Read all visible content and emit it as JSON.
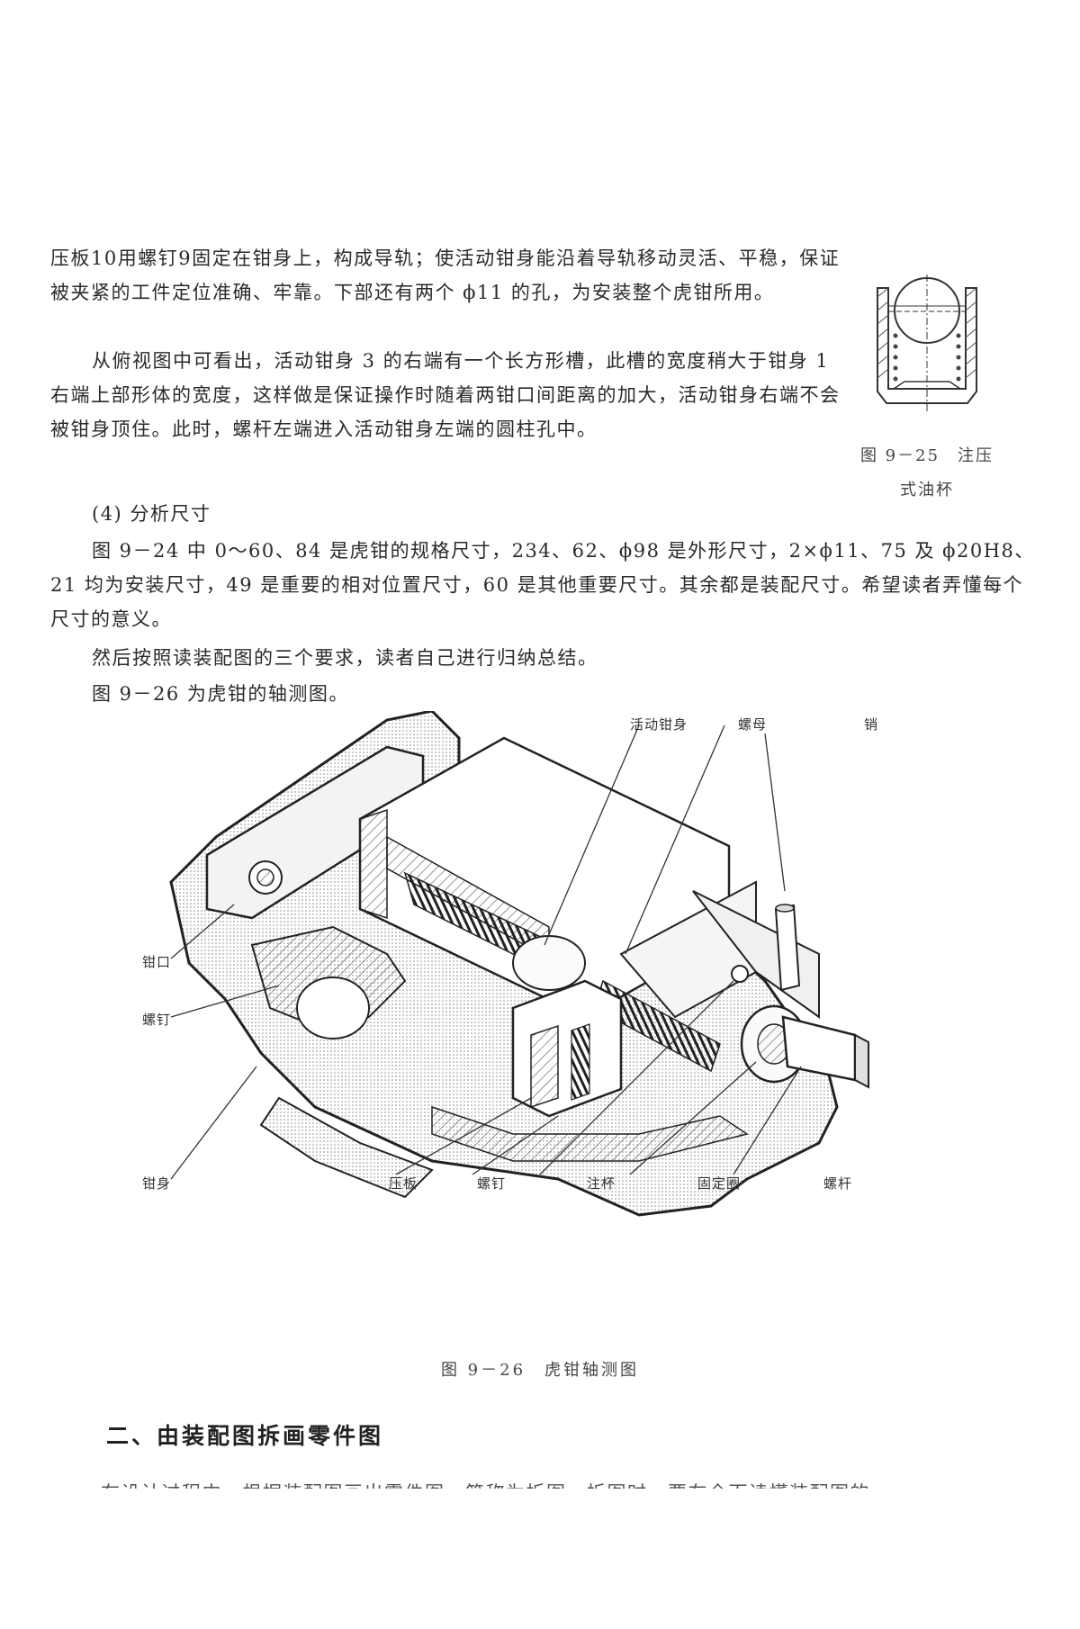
{
  "paragraphs": {
    "p1": "压板10用螺钉9固定在钳身上，构成导轨；使活动钳身能沿着导轨移动灵活、平稳，保证被夹紧的工件定位准确、牢靠。下部还有两个 ϕ11 的孔，为安装整个虎钳所用。",
    "p2": "从俯视图中可看出，活动钳身 3 的右端有一个长方形槽，此槽的宽度稍大于钳身 1 右端上部形体的宽度，这样做是保证操作时随着两钳口间距离的加大，活动钳身右端不会被钳身顶住。此时，螺杆左端进入活动钳身左端的圆柱孔中。",
    "p3": "(4) 分析尺寸",
    "p4": "图 9－24 中 0～60、84 是虎钳的规格尺寸，234、62、ϕ98 是外形尺寸，2×ϕ11、75 及 ϕ20H8、21 均为安装尺寸，49 是重要的相对位置尺寸，60 是其他重要尺寸。其余都是装配尺寸。希望读者弄懂每个尺寸的意义。",
    "p5": "然后按照读装配图的三个要求，读者自己进行归纳总结。",
    "p6": "图 9－26 为虎钳的轴测图。"
  },
  "oil_cup_figure": {
    "caption_line1": "图 9－25　注压",
    "caption_line2": "式油杯"
  },
  "vise_figure": {
    "labels": {
      "movable_jaw_body": "活动钳身",
      "nut": "螺母",
      "pin": "销",
      "jaw": "钳口",
      "screw_left": "螺钉",
      "body": "钳身",
      "press_plate": "压板",
      "screw_bottom": "螺钉",
      "oil_cup": "注杯",
      "fixed_ring": "固定圈",
      "lead_screw": "螺杆"
    },
    "caption": "图 9－26　虎钳轴测图"
  },
  "section": {
    "title": "二、由装配图拆画零件图",
    "cut_text": "在设计过程中，根据装配图画出零件图，简称为拆图。拆图时，要在全面读懂装配图的"
  }
}
